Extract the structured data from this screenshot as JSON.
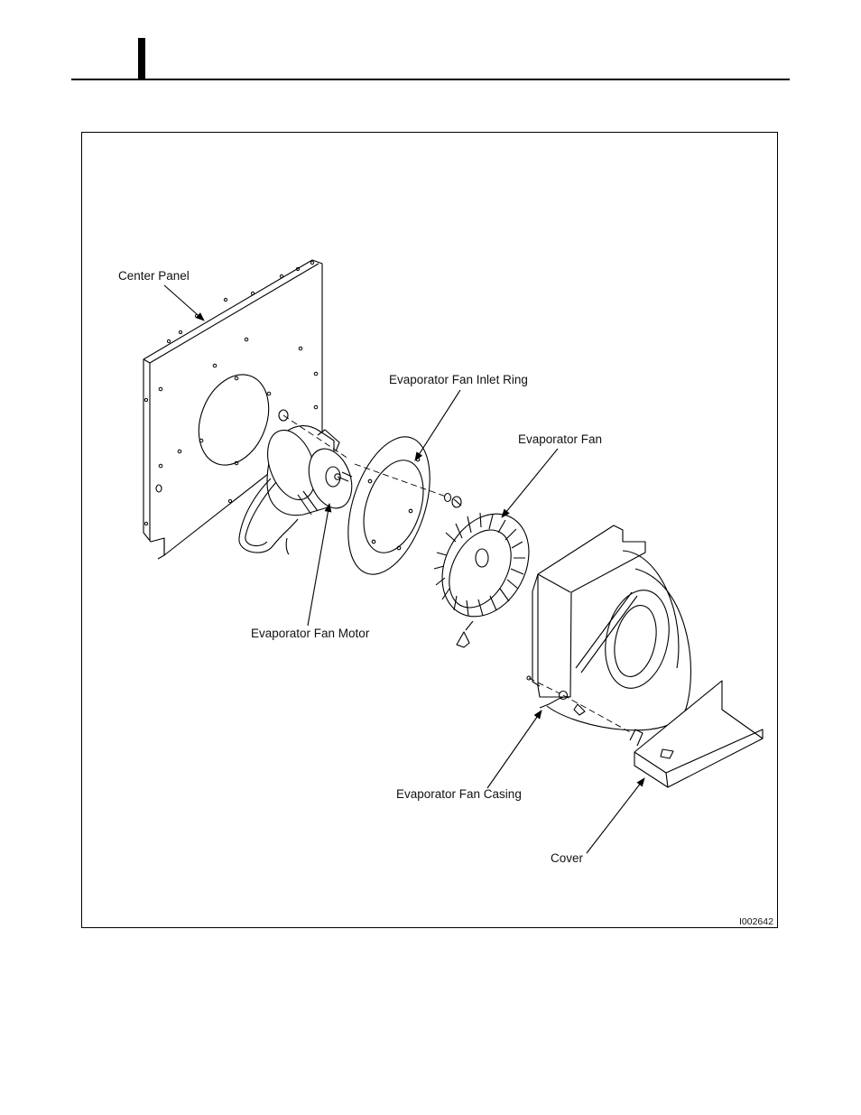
{
  "figure": {
    "labels": {
      "center_panel": "Center Panel",
      "inlet_ring": "Evaporator Fan Inlet Ring",
      "fan": "Evaporator Fan",
      "motor": "Evaporator Fan Motor",
      "casing": "Evaporator Fan Casing",
      "cover": "Cover"
    },
    "figure_id": "I002642"
  }
}
